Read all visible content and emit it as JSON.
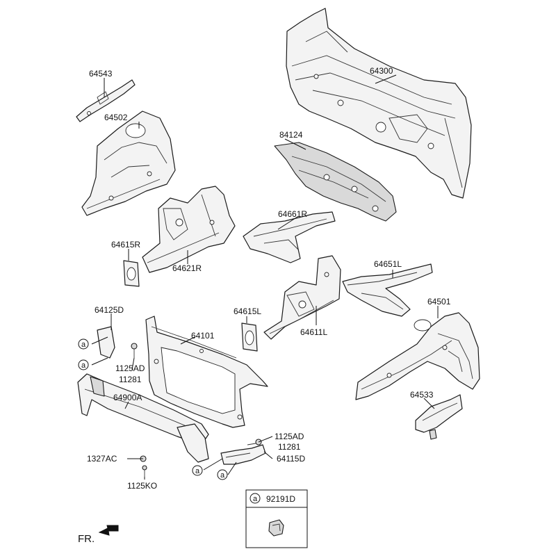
{
  "labels": {
    "p64543": "64543",
    "p64502": "64502",
    "p64300": "64300",
    "p84124": "84124",
    "p64661R": "64661R",
    "p64615R": "64615R",
    "p64621R": "64621R",
    "p64651L": "64651L",
    "p64125D": "64125D",
    "p64101": "64101",
    "p64615L": "64615L",
    "p64611L": "64611L",
    "p64501": "64501",
    "p1125AD_a": "1125AD",
    "p11281_a": "11281",
    "p64900A": "64900A",
    "p64533": "64533",
    "p1125AD_b": "1125AD",
    "p11281_b": "11281",
    "p1327AC": "1327AC",
    "p64115D": "64115D",
    "p1125KO": "1125KO"
  },
  "ref_marker": "a",
  "legend": {
    "marker": "a",
    "part_number": "92191D"
  },
  "direction": {
    "text": "FR."
  },
  "icons": [
    "front-direction-arrow-icon",
    "clip-icon"
  ]
}
